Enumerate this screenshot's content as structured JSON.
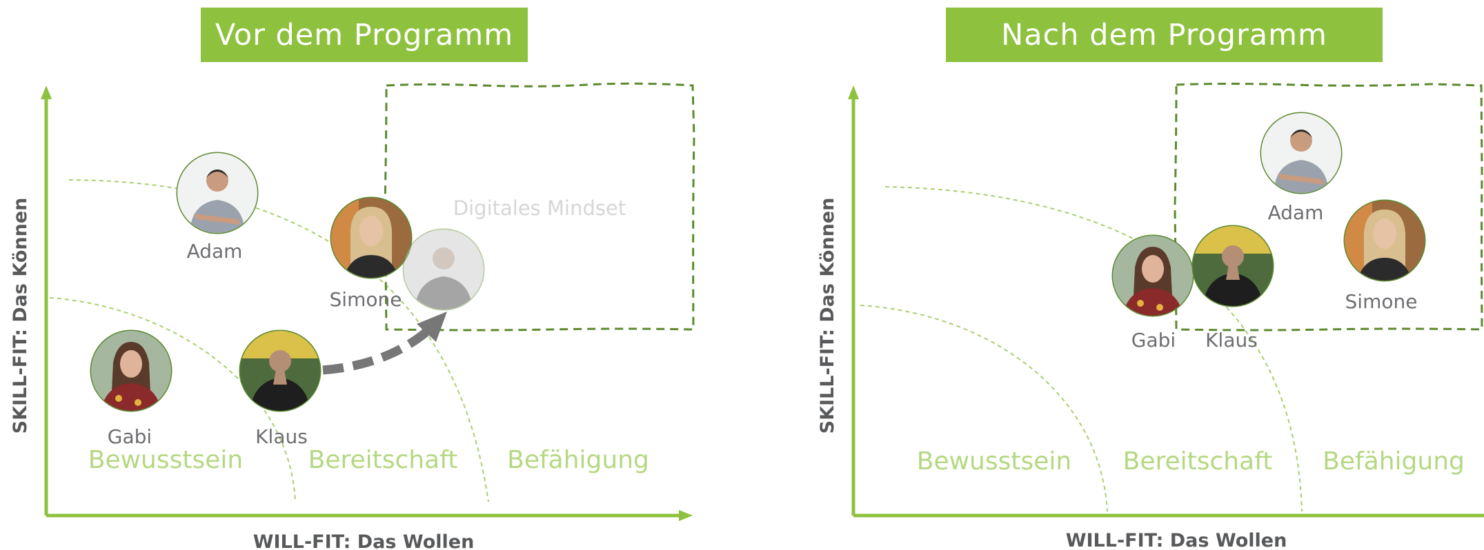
{
  "panels": [
    {
      "title": "Vor dem Programm",
      "y_axis_label": "SKILL-FIT: Das Können",
      "x_axis_label": "WILL-FIT: Das Wollen",
      "zones": [
        "Bewusstsein",
        "Bereitschaft",
        "Befähigung"
      ],
      "target_label": "Digitales Mindset",
      "people": [
        "Adam",
        "Simone",
        "Gabi",
        "Klaus"
      ]
    },
    {
      "title": "Nach dem Programm",
      "y_axis_label": "SKILL-FIT: Das Können",
      "x_axis_label": "WILL-FIT: Das Wollen",
      "zones": [
        "Bewusstsein",
        "Bereitschaft",
        "Befähigung"
      ],
      "target_label": "",
      "people": [
        "Adam",
        "Simone",
        "Gabi",
        "Klaus"
      ]
    }
  ],
  "colors": {
    "accent_green": "#8dc13e",
    "axis_green": "#8dc13e",
    "dashed_box": "#5b8a2e",
    "zone_text": "#b5d882",
    "arrow_gray": "#777777"
  },
  "icons": [
    "person-photo-icon",
    "arrow-right-icon"
  ]
}
